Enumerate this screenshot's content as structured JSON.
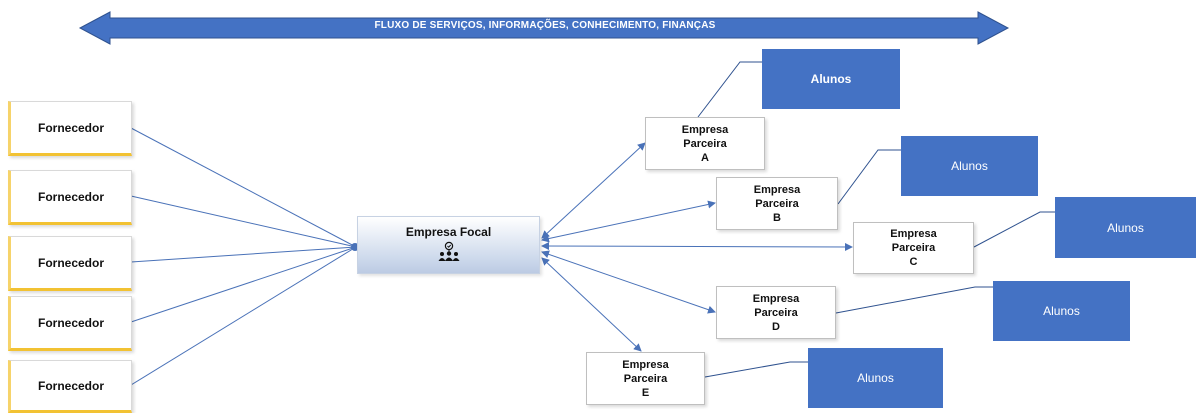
{
  "banner": {
    "text": "FLUXO DE SERVIÇOS, INFORMAÇÕES, CONHECIMENTO, FINANÇAS",
    "color": "#4472c4"
  },
  "suppliers": [
    "Fornecedor",
    "Fornecedor",
    "Fornecedor",
    "Fornecedor",
    "Fornecedor"
  ],
  "focal": {
    "label": "Empresa Focal",
    "icon": "people-group-icon"
  },
  "partners": [
    {
      "line1": "Empresa",
      "line2": "Parceira",
      "letter": "A"
    },
    {
      "line1": "Empresa",
      "line2": "Parceira",
      "letter": "B"
    },
    {
      "line1": "Empresa",
      "line2": "Parceira",
      "letter": "C"
    },
    {
      "line1": "Empresa",
      "line2": "Parceira",
      "letter": "D"
    },
    {
      "line1": "Empresa",
      "line2": "Parceira",
      "letter": "E"
    }
  ],
  "alunos": [
    "Alunos",
    "Alunos",
    "Alunos",
    "Alunos",
    "Alunos"
  ],
  "colors": {
    "accent": "#4472c4",
    "supplier_border": "#f2c233",
    "line": "#4a72b8"
  }
}
